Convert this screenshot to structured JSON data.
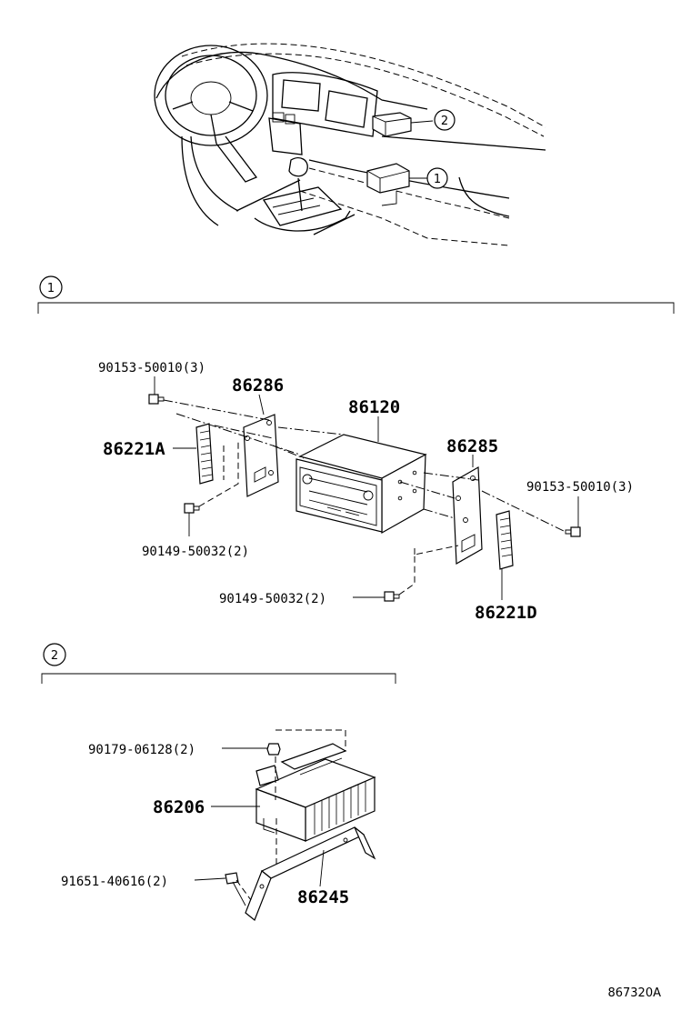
{
  "overview": {
    "callout_1": "1",
    "callout_2": "2"
  },
  "section_1": {
    "marker": "1",
    "labels": {
      "p_90153_left": "90153-50010(3)",
      "p_86286": "86286",
      "p_86120": "86120",
      "p_86221A": "86221A",
      "p_86285": "86285",
      "p_90153_right": "90153-50010(3)",
      "p_90149_left": "90149-50032(2)",
      "p_90149_bottom": "90149-50032(2)",
      "p_86221D": "86221D"
    }
  },
  "section_2": {
    "marker": "2",
    "labels": {
      "p_90179": "90179-06128(2)",
      "p_86206": "86206",
      "p_91651": "91651-40616(2)",
      "p_86245": "86245"
    }
  },
  "diagram_code": "867320A"
}
